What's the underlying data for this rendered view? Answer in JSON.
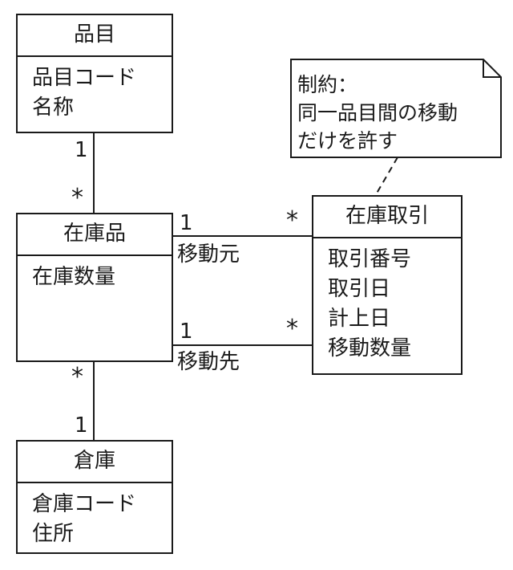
{
  "classes": {
    "hinmoku": {
      "name": "品目",
      "attrs": [
        "品目コード",
        "名称"
      ]
    },
    "zaikohin": {
      "name": "在庫品",
      "attrs": [
        "在庫数量"
      ]
    },
    "souko": {
      "name": "倉庫",
      "attrs": [
        "倉庫コード",
        "住所"
      ]
    },
    "torihiki": {
      "name": "在庫取引",
      "attrs": [
        "取引番号",
        "取引日",
        "計上日",
        "移動数量"
      ]
    }
  },
  "note": {
    "lines": [
      "制約：",
      "同一品目間の移動",
      "だけを許す"
    ]
  },
  "associations": {
    "hinmoku_zaikohin": {
      "hinmoku_end": "1",
      "zaikohin_end": "*"
    },
    "zaikohin_souko": {
      "zaikohin_end": "*",
      "souko_end": "1"
    },
    "source": {
      "zaikohin_end": "1",
      "role": "移動元",
      "torihiki_end": "*"
    },
    "target": {
      "zaikohin_end": "1",
      "role": "移動先",
      "torihiki_end": "*"
    }
  }
}
